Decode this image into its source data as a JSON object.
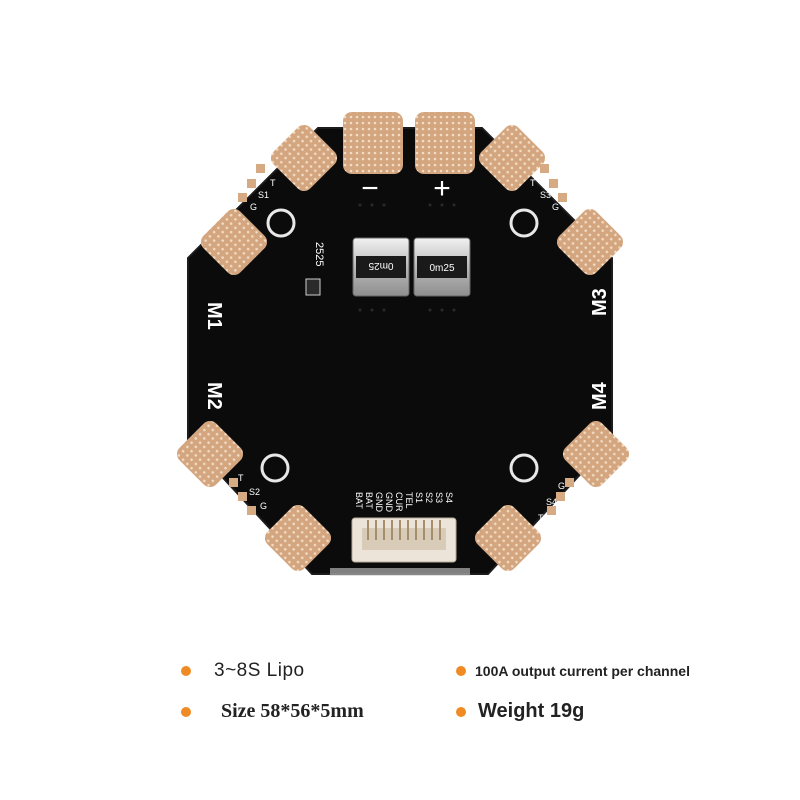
{
  "pcb": {
    "motor_labels": [
      "M1",
      "M2",
      "M3",
      "M4"
    ],
    "power_signs": [
      "−",
      "+"
    ],
    "resistor_marking": "0m25",
    "chip_marking": "2525",
    "pad_labels": [
      "T",
      "S1",
      "G",
      "T",
      "S2",
      "G",
      "T",
      "S3",
      "G",
      "T",
      "S4",
      "G"
    ],
    "connector_pins": [
      "BAT",
      "BAT",
      "GND",
      "GND",
      "CUR",
      "TEL",
      "S1",
      "S2",
      "S3",
      "S4"
    ]
  },
  "specs": [
    {
      "text": "3~8S Lipo"
    },
    {
      "text": "100A output current per channel"
    },
    {
      "text": "Size 58*56*5mm"
    },
    {
      "text": "Weight 19g"
    }
  ],
  "colors": {
    "board": "#0b0b0c",
    "pad": "#d6ab84",
    "bullet": "#f08a24"
  }
}
